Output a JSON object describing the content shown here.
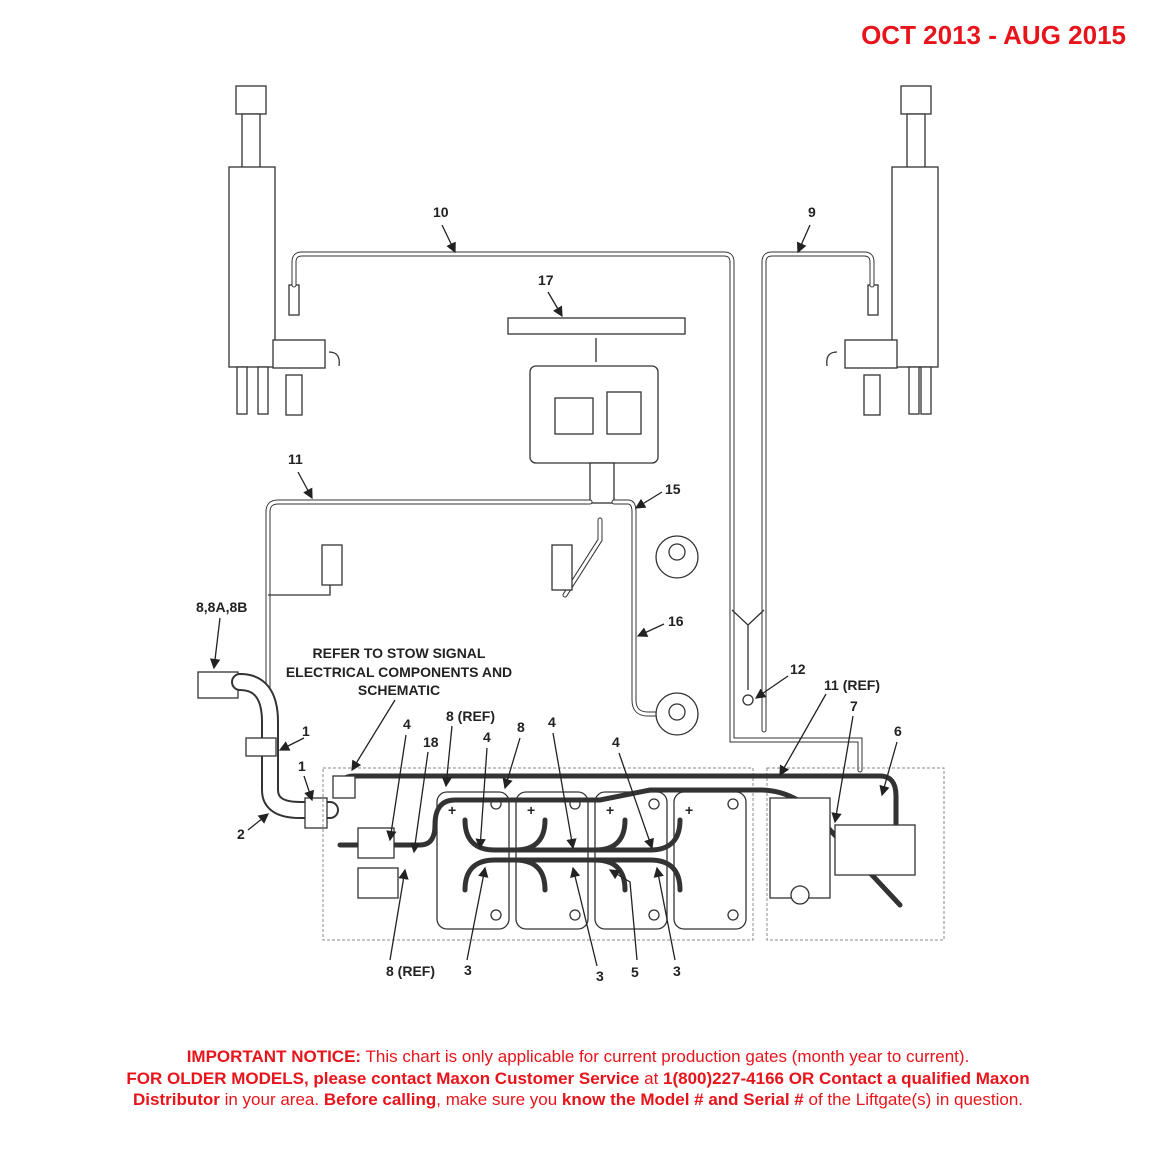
{
  "header": {
    "date_range": "OCT 2013 - AUG 2015"
  },
  "diagram": {
    "refer_note": [
      "REFER TO STOW SIGNAL",
      "ELECTRICAL COMPONENTS AND",
      "SCHEMATIC"
    ],
    "callouts": [
      "10",
      "9",
      "17",
      "11",
      "15",
      "16",
      "8,8A,8B",
      "12",
      "11 (REF)",
      "7",
      "6",
      "1",
      "1",
      "2",
      "4",
      "18",
      "8 (REF)",
      "8",
      "4",
      "4",
      "4",
      "8 (REF)",
      "3",
      "3",
      "5",
      "3"
    ]
  },
  "notice": {
    "l1_bold": "IMPORTANT NOTICE:",
    "l1_text": " This chart is only applicable for current production gates (month year to current).",
    "l2_bold1": "FOR OLDER MODELS, please contact Maxon Customer Service",
    "l2_text1": " at ",
    "l2_bold2": "1(800)227-4166 OR Contact a qualified Maxon",
    "l3_bold1": "Distributor",
    "l3_text1": " in your area. ",
    "l3_bold2": "Before calling",
    "l3_text2": ", make sure you ",
    "l3_bold3": "know the Model # and Serial #",
    "l3_text3": " of the Liftgate(s) in question."
  },
  "colors": {
    "accent_red": "#e8141b",
    "line": "#333333"
  }
}
